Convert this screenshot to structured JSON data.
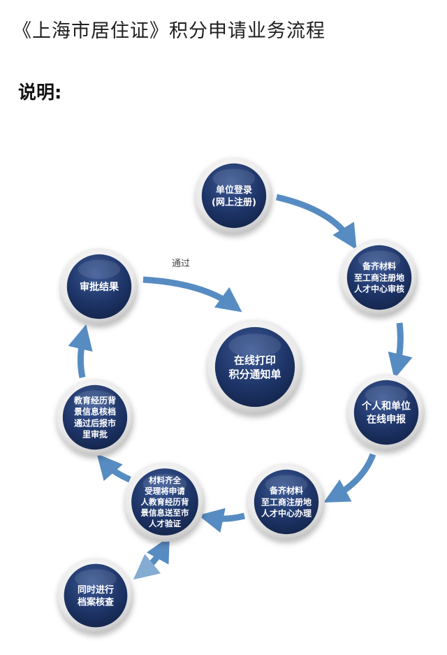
{
  "page": {
    "title": "《上海市居住证》积分申请业务流程",
    "section_heading": "说明:"
  },
  "colors": {
    "node_fill": "#1d3466",
    "node_ring": "#e6e6e6",
    "arrow": "#3a78b8",
    "arrow_light": "#c6dcee"
  },
  "diagram": {
    "nodes": [
      {
        "id": "register",
        "lines": [
          "单位登录",
          "(网上注册)"
        ]
      },
      {
        "id": "prepare-review",
        "lines": [
          "备齐材料",
          "至工商注册地",
          "人才中心审核"
        ]
      },
      {
        "id": "online-apply",
        "lines": [
          "个人和单位",
          "在线申报"
        ]
      },
      {
        "id": "prepare-handle",
        "lines": [
          "备齐材料",
          "至工商注册地",
          "人才中心办理"
        ]
      },
      {
        "id": "accept-send",
        "lines": [
          "材料齐全",
          "受理将申请",
          "人教育经历背",
          "景信息送至市",
          "人才验证"
        ]
      },
      {
        "id": "archive-check",
        "lines": [
          "同时进行",
          "档案核查"
        ]
      },
      {
        "id": "verify-report",
        "lines": [
          "教育经历背",
          "景信息核档",
          "通过后报市",
          "里审批"
        ]
      },
      {
        "id": "approval-result",
        "lines": [
          "审批结果"
        ]
      },
      {
        "id": "print-notice",
        "lines": [
          "在线打印",
          "积分通知单"
        ]
      }
    ],
    "edges": [
      {
        "from": "register",
        "to": "prepare-review",
        "label": ""
      },
      {
        "from": "prepare-review",
        "to": "online-apply",
        "label": ""
      },
      {
        "from": "online-apply",
        "to": "prepare-handle",
        "label": ""
      },
      {
        "from": "prepare-handle",
        "to": "accept-send",
        "label": ""
      },
      {
        "from": "accept-send",
        "to": "archive-check",
        "label": "",
        "bidirectional": true
      },
      {
        "from": "accept-send",
        "to": "verify-report",
        "label": ""
      },
      {
        "from": "verify-report",
        "to": "approval-result",
        "label": ""
      },
      {
        "from": "approval-result",
        "to": "print-notice",
        "label": "通过"
      }
    ]
  }
}
